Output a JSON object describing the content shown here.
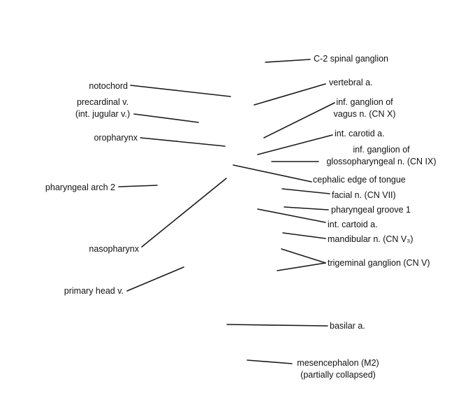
{
  "labels": {
    "c2_spinal_ganglion": "C-2 spinal ganglion",
    "notochord": "notochord",
    "vertebral_a": "vertebral a.",
    "precardinal_v": "precardinal v.\n(int. jugular v.)",
    "inf_ganglion_vagus": "inf. ganglion of\nvagus n. (CN X)",
    "oropharynx": "oropharynx",
    "int_carotid_a": "int. carotid a.",
    "inf_ganglion_glossopharyngeal": "inf. ganglion of\nglossopharyngeal n. (CN IX)",
    "cephalic_edge_tongue": "cephalic edge of tongue",
    "pharyngeal_arch_2": "pharyngeal arch 2",
    "facial_n": "facial n. (CN VII)",
    "pharyngeal_groove_1": "pharyngeal groove 1",
    "int_cartoid_a": "int. cartoid a.",
    "mandibular_n": "mandibular n. (CN V₃)",
    "nasopharynx": "nasopharynx",
    "trigeminal_ganglion": "trigeminal ganglion (CN V)",
    "primary_head_v": "primary head v.",
    "basilar_a": "basilar a.",
    "mesencephalon": "mesencephalon (M2)\n(partially collapsed)"
  }
}
